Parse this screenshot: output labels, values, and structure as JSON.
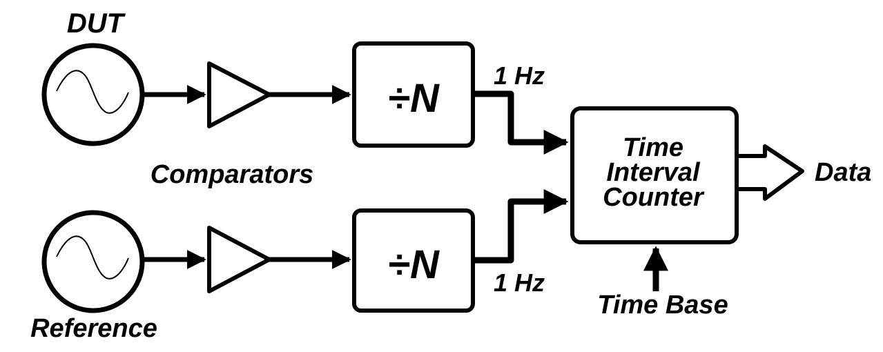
{
  "diagram": {
    "title": "Frequency comparison block diagram (DUT vs Reference via Time Interval Counter)",
    "sources": [
      {
        "id": "dut",
        "label": "DUT",
        "icon": "sine-wave-source"
      },
      {
        "id": "reference",
        "label": "Reference",
        "icon": "sine-wave-source"
      }
    ],
    "comparators_label": "Comparators",
    "dividers": [
      {
        "id": "divider-top",
        "label": "÷N",
        "output_label": "1 Hz"
      },
      {
        "id": "divider-bottom",
        "label": "÷N",
        "output_label": "1 Hz"
      }
    ],
    "counter": {
      "lines": [
        "Time",
        "Interval",
        "Counter"
      ]
    },
    "time_base_label": "Time Base",
    "output_label": "Data",
    "connections": [
      {
        "from": "DUT",
        "to": "Comparator (top)"
      },
      {
        "from": "Comparator (top)",
        "to": "÷N (top)"
      },
      {
        "from": "÷N (top)",
        "to": "Time Interval Counter",
        "label": "1 Hz"
      },
      {
        "from": "Reference",
        "to": "Comparator (bottom)"
      },
      {
        "from": "Comparator (bottom)",
        "to": "÷N (bottom)"
      },
      {
        "from": "÷N (bottom)",
        "to": "Time Interval Counter",
        "label": "1 Hz"
      },
      {
        "from": "Time Base",
        "to": "Time Interval Counter"
      },
      {
        "from": "Time Interval Counter",
        "to": "Data"
      }
    ]
  }
}
